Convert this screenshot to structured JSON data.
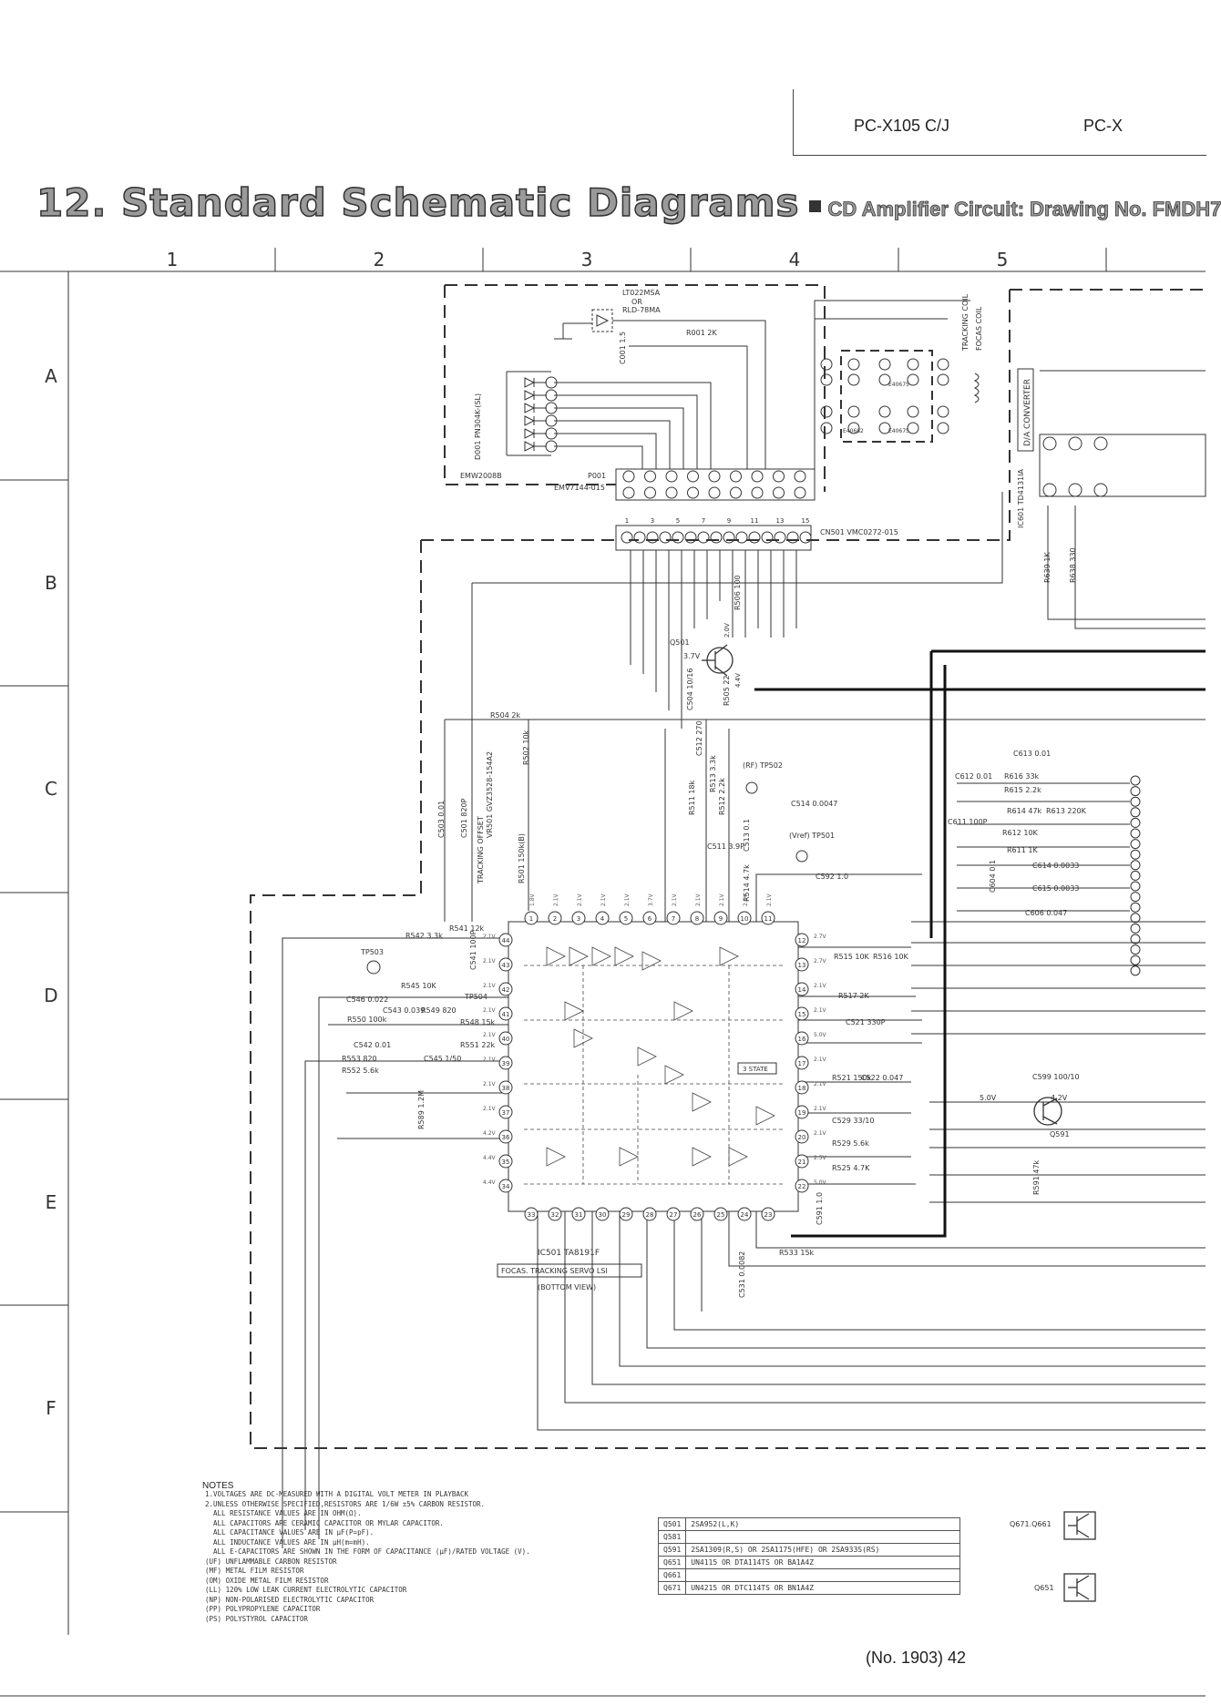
{
  "header": {
    "model_1": "PC-X105 C/J",
    "model_2": "PC-X"
  },
  "title": {
    "main": "12. Standard Schematic Diagrams",
    "sub": "CD Amplifier Circuit: Drawing No. FMDH7"
  },
  "grid": {
    "columns": [
      "1",
      "2",
      "3",
      "4",
      "5"
    ],
    "rows": [
      "A",
      "B",
      "C",
      "D",
      "E",
      "F"
    ]
  },
  "components": {
    "laser": "LT022MSA",
    "laser_or": "OR",
    "laser_alt": "RLD-78MA",
    "photodiode": "D001  PN304K-(SL)",
    "emw": "EMW2008B",
    "p001": "P001",
    "emv": "EMV7144-015",
    "c001": "C001 1.5",
    "r001": "R001 2K",
    "cn501": "CN501  VMC0272-015",
    "cn501_pins_top": [
      "1",
      "3",
      "5",
      "7",
      "9",
      "11",
      "13",
      "15"
    ],
    "cn501_pins_bot": [
      "2",
      "4",
      "6",
      "8",
      "10",
      "12",
      "14"
    ],
    "tracking_coil": "TRACKING COIL",
    "focus_coil": "FOCAS COIL",
    "cap_labels": [
      "E40675",
      "E40675",
      "E40682",
      "E40675"
    ],
    "da_converter": "D/A CONVERTER",
    "ic601": "IC601  TD4131IA",
    "r639": "R639 1K",
    "r638": "R638 330",
    "q501": "Q501",
    "q501_v1": "3.7V",
    "q501_v2": "2.0V",
    "q501_v3": "4.4V",
    "c504": "C504 10/16",
    "r505": "R505 22",
    "r506": "R506 100",
    "r504": "R504 2k",
    "r502": "R502 10k",
    "vr501": "VR501 GVZ3528-154A2",
    "tracking_offset": "TRACKING OFFSET",
    "r501": "R501 150k(B)",
    "c503": "C503 0.01",
    "c501": "C501 820P",
    "c512": "C512 270",
    "r513": "R513 3.3k",
    "r511": "R511 18k",
    "r512": "R512 2.2k",
    "tp502": "(RF) TP502",
    "c511": "C511 3.9P",
    "c513": "C513 0.1",
    "c514": "C514 0.0047",
    "tp501": "(Vref) TP501",
    "r514": "R514 4.7k",
    "c592": "C592 1.0",
    "c613": "C613 0.01",
    "c612": "C612 0.01",
    "r616": "R616 33k",
    "r615": "R615 2.2k",
    "r614": "R614 47k",
    "r613": "R613 220K",
    "c611": "C611 100P",
    "r612": "R612 10K",
    "r611": "R611 1K",
    "c604": "C604 0.1",
    "c614": "C614 0.0033",
    "c615": "C615 0.0033",
    "c606": "C606 0.047",
    "tp503": "TP503",
    "r542": "R542 3.3k",
    "r541": "R541 12k",
    "c541": "C541 100P",
    "r545": "R545 10K",
    "tp504": "TP504",
    "c546": "C546 0.022",
    "c543": "C543 0.039",
    "r550": "R550 100k",
    "r549": "R549 820",
    "r548": "R548 15k",
    "c542": "C542 0.01",
    "r551": "R551 22k",
    "r553": "R553 820",
    "r552": "R552 5.6k",
    "c545": "C545 1/50",
    "r589": "R589 1.2M",
    "r515": "R515 10K",
    "r516": "R516 10K",
    "r517": "R517 2K",
    "c521": "C521 330P",
    "r521": "R521 150k",
    "c522": "C522 0.047",
    "c529": "C529 33/10",
    "r529": "R529 5.6k",
    "r525": "R525 4.7K",
    "c591": "C591 1.0",
    "r533": "R533 15k",
    "c531": "C531 0.0082",
    "c599": "C599 100/10",
    "q591": "Q591",
    "r591": "R591 47k",
    "ic501": "IC501  TA8191F",
    "lsi": "FOCAS. TRACKING SERVO LSI",
    "bottom_view": "(BOTTOM VIEW)",
    "state_3": "3 STATE",
    "v_5_0": "5.0V",
    "v_4_2": "4.2V",
    "v_4_4": "4.4V",
    "ic_pins_left": [
      "44",
      "43",
      "42",
      "41",
      "40",
      "39",
      "38",
      "37",
      "36",
      "35",
      "34"
    ],
    "ic_pins_top": [
      "1",
      "2",
      "3",
      "4",
      "5",
      "6",
      "7",
      "8",
      "9",
      "10",
      "11"
    ],
    "ic_pins_right": [
      "12",
      "13",
      "14",
      "15",
      "16",
      "17",
      "18",
      "19",
      "20",
      "21",
      "22"
    ],
    "ic_pins_bottom": [
      "33",
      "32",
      "31",
      "30",
      "29",
      "28",
      "27",
      "26",
      "25",
      "24",
      "23"
    ],
    "ic_voltages_top": [
      "1.8V",
      "2.1V",
      "2.1V",
      "2.1V",
      "2.1V",
      "3.7V",
      "2.1V",
      "2.1V",
      "2.1V",
      "2.1V",
      "2.1V"
    ],
    "ic_voltages_left": [
      "2.1V",
      "2.1V",
      "2.1V",
      "2.1V",
      "2.1V",
      "2.1V",
      "2.1V",
      "2.1V",
      "4.2V",
      "4.4V",
      "4.4V"
    ],
    "ic_voltages_right": [
      "2.7V",
      "2.7V",
      "2.1V",
      "2.1V",
      "5.0V",
      "2.1V",
      "2.1V",
      "2.1V",
      "2.1V",
      "2.5V",
      "5.0V"
    ]
  },
  "notes": {
    "heading": "NOTES",
    "lines": [
      "1.VOLTAGES ARE DC-MEASURED WITH A DIGITAL VOLT METER IN PLAYBACK",
      "2.UNLESS OTHERWISE SPECIFIED,RESISTORS ARE 1/6W ±5% CARBON RESISTOR.",
      "  ALL RESISTANCE VALUES ARE IN OHM(Ω).",
      "  ALL CAPACITORS ARE CERAMIC CAPACITOR OR MYLAR CAPACITOR.",
      "  ALL CAPACITANCE VALUES ARE IN μF(P=pF).",
      "  ALL INDUCTANCE VALUES ARE IN μH(m=mH).",
      "  ALL E-CAPACITORS ARE SHOWN IN THE FORM OF CAPACITANCE (μF)/RATED VOLTAGE (V).",
      "(UF) UNFLAMMABLE CARBON RESISTOR",
      "(MF) METAL FILM RESISTOR",
      "(OM) OXIDE METAL FILM RESISTOR",
      "(LL) 120% LOW LEAK CURRENT ELECTROLYTIC CAPACITOR",
      "(NP) NON-POLARISED ELECTROLYTIC CAPACITOR",
      "(PP) POLYPROPYLENE CAPACITOR",
      "(PS) POLYSTYROL CAPACITOR"
    ]
  },
  "transistor_table": [
    {
      "ref": "Q501",
      "part": "2SA952(L,K)"
    },
    {
      "ref": "Q581",
      "part": ""
    },
    {
      "ref": "Q591",
      "part": "2SA1309(R,S) OR 2SA1175(HFE) OR 2SA933S(RS)"
    },
    {
      "ref": "Q651",
      "part": "UN4115 OR DTA114TS OR BA1A4Z"
    },
    {
      "ref": "Q661",
      "part": ""
    },
    {
      "ref": "Q671",
      "part": "UN4215 OR DTC114TS OR BN1A4Z"
    }
  ],
  "symbol_labels": {
    "upper": "Q671.Q661",
    "lower": "Q651"
  },
  "footer": {
    "page": "(No. 1903) 42"
  }
}
